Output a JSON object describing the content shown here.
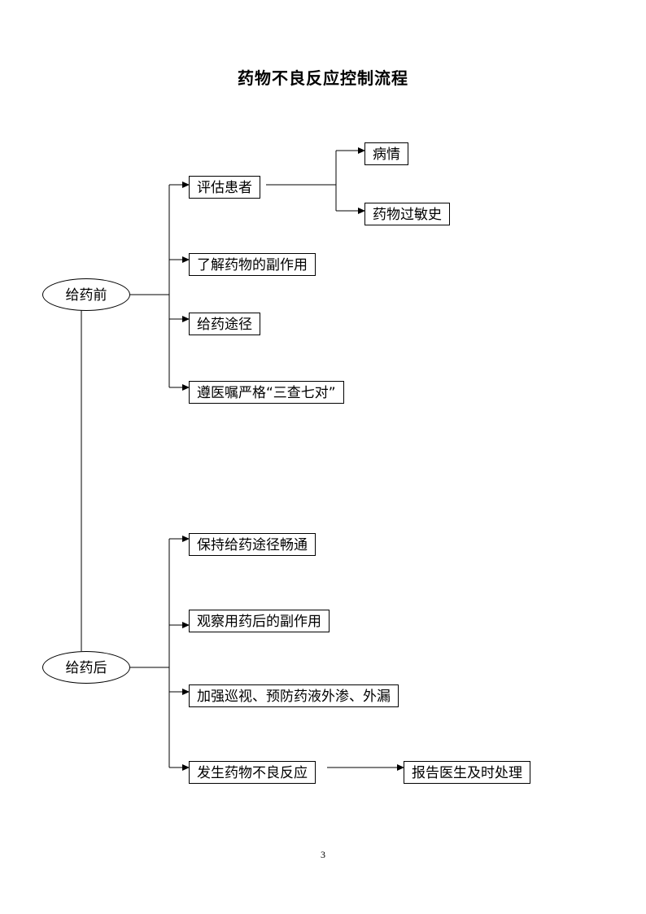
{
  "title": "药物不良反应控制流程",
  "before": {
    "label": "给药前",
    "assess": "评估患者",
    "condition": "病情",
    "allergy": "药物过敏史",
    "side_effects": "了解药物的副作用",
    "route": "给药途径",
    "orders": "遵医嘱严格“三查七对”"
  },
  "after": {
    "label": "给药后",
    "keep_route": "保持给药途径畅通",
    "observe": "观察用药后的副作用",
    "prevent": "加强巡视、预防药液外渗、外漏",
    "adverse": "发生药物不良反应",
    "report": "报告医生及时处理"
  },
  "page_number": "3"
}
